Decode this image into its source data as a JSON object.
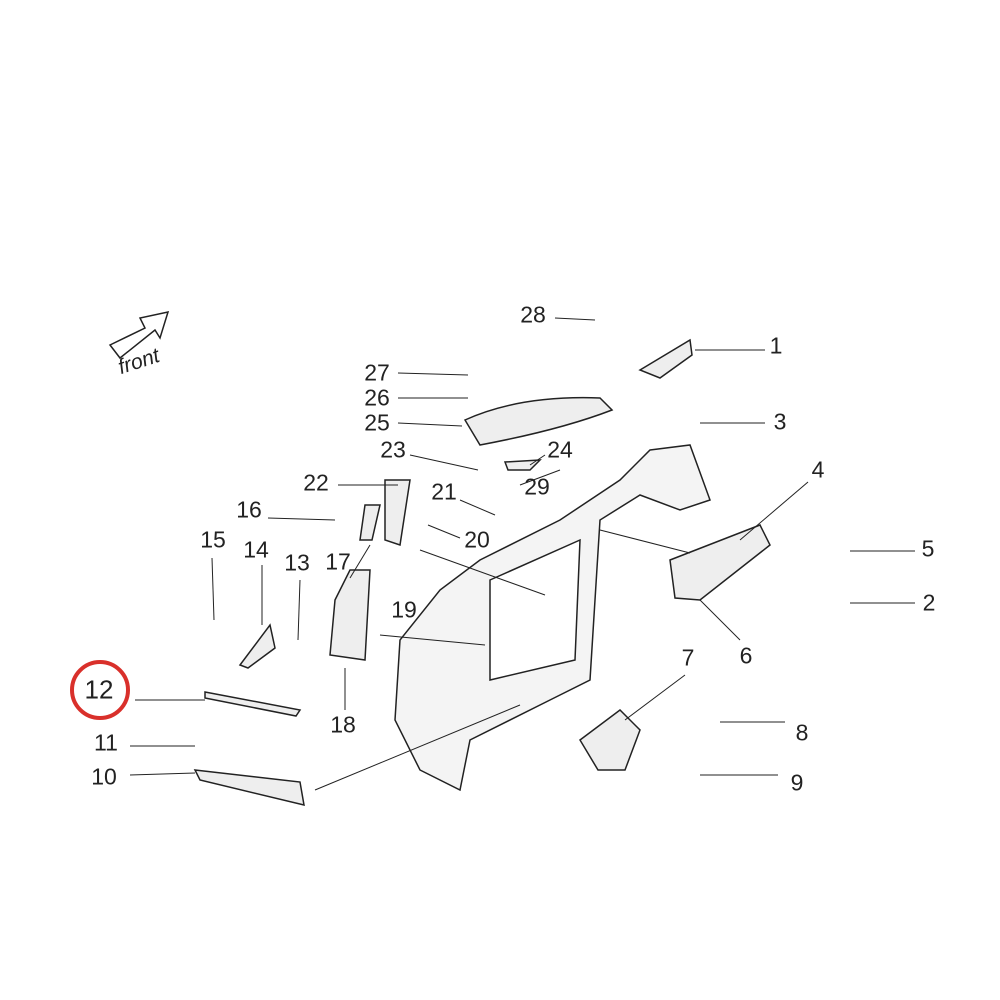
{
  "direction_label": "front",
  "highlight_color": "#d9302b",
  "highlighted_part": "12",
  "parts": [
    "1",
    "2",
    "3",
    "4",
    "5",
    "6",
    "7",
    "8",
    "9",
    "10",
    "11",
    "12",
    "13",
    "14",
    "15",
    "16",
    "17",
    "18",
    "19",
    "20",
    "21",
    "22",
    "23",
    "24",
    "25",
    "26",
    "27",
    "28",
    "29"
  ]
}
